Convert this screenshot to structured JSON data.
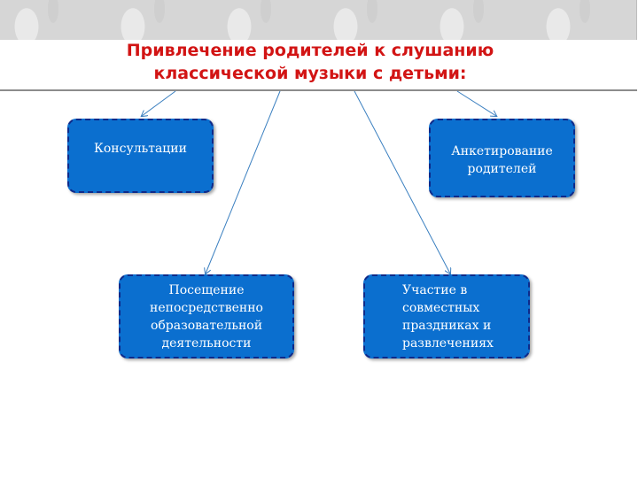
{
  "title": {
    "line1": "Привлечение  родителей к слушанию",
    "line2": "классической  музыки с детьми:"
  },
  "nodes": {
    "consultations": {
      "lines": [
        "Консультации"
      ]
    },
    "survey": {
      "lines": [
        "Анкетирование",
        "родителей"
      ]
    },
    "attendance": {
      "lines": [
        "Посещение",
        "непосредственно",
        "образовательной",
        "деятельности"
      ]
    },
    "participation": {
      "lines": [
        "Участие в",
        "совместных",
        "праздниках и",
        "развлечениях"
      ]
    }
  },
  "colors": {
    "title": "#d21414",
    "node_fill": "#0b6fcf",
    "node_border": "#0e2a8a",
    "connector": "#3a7fc0"
  }
}
